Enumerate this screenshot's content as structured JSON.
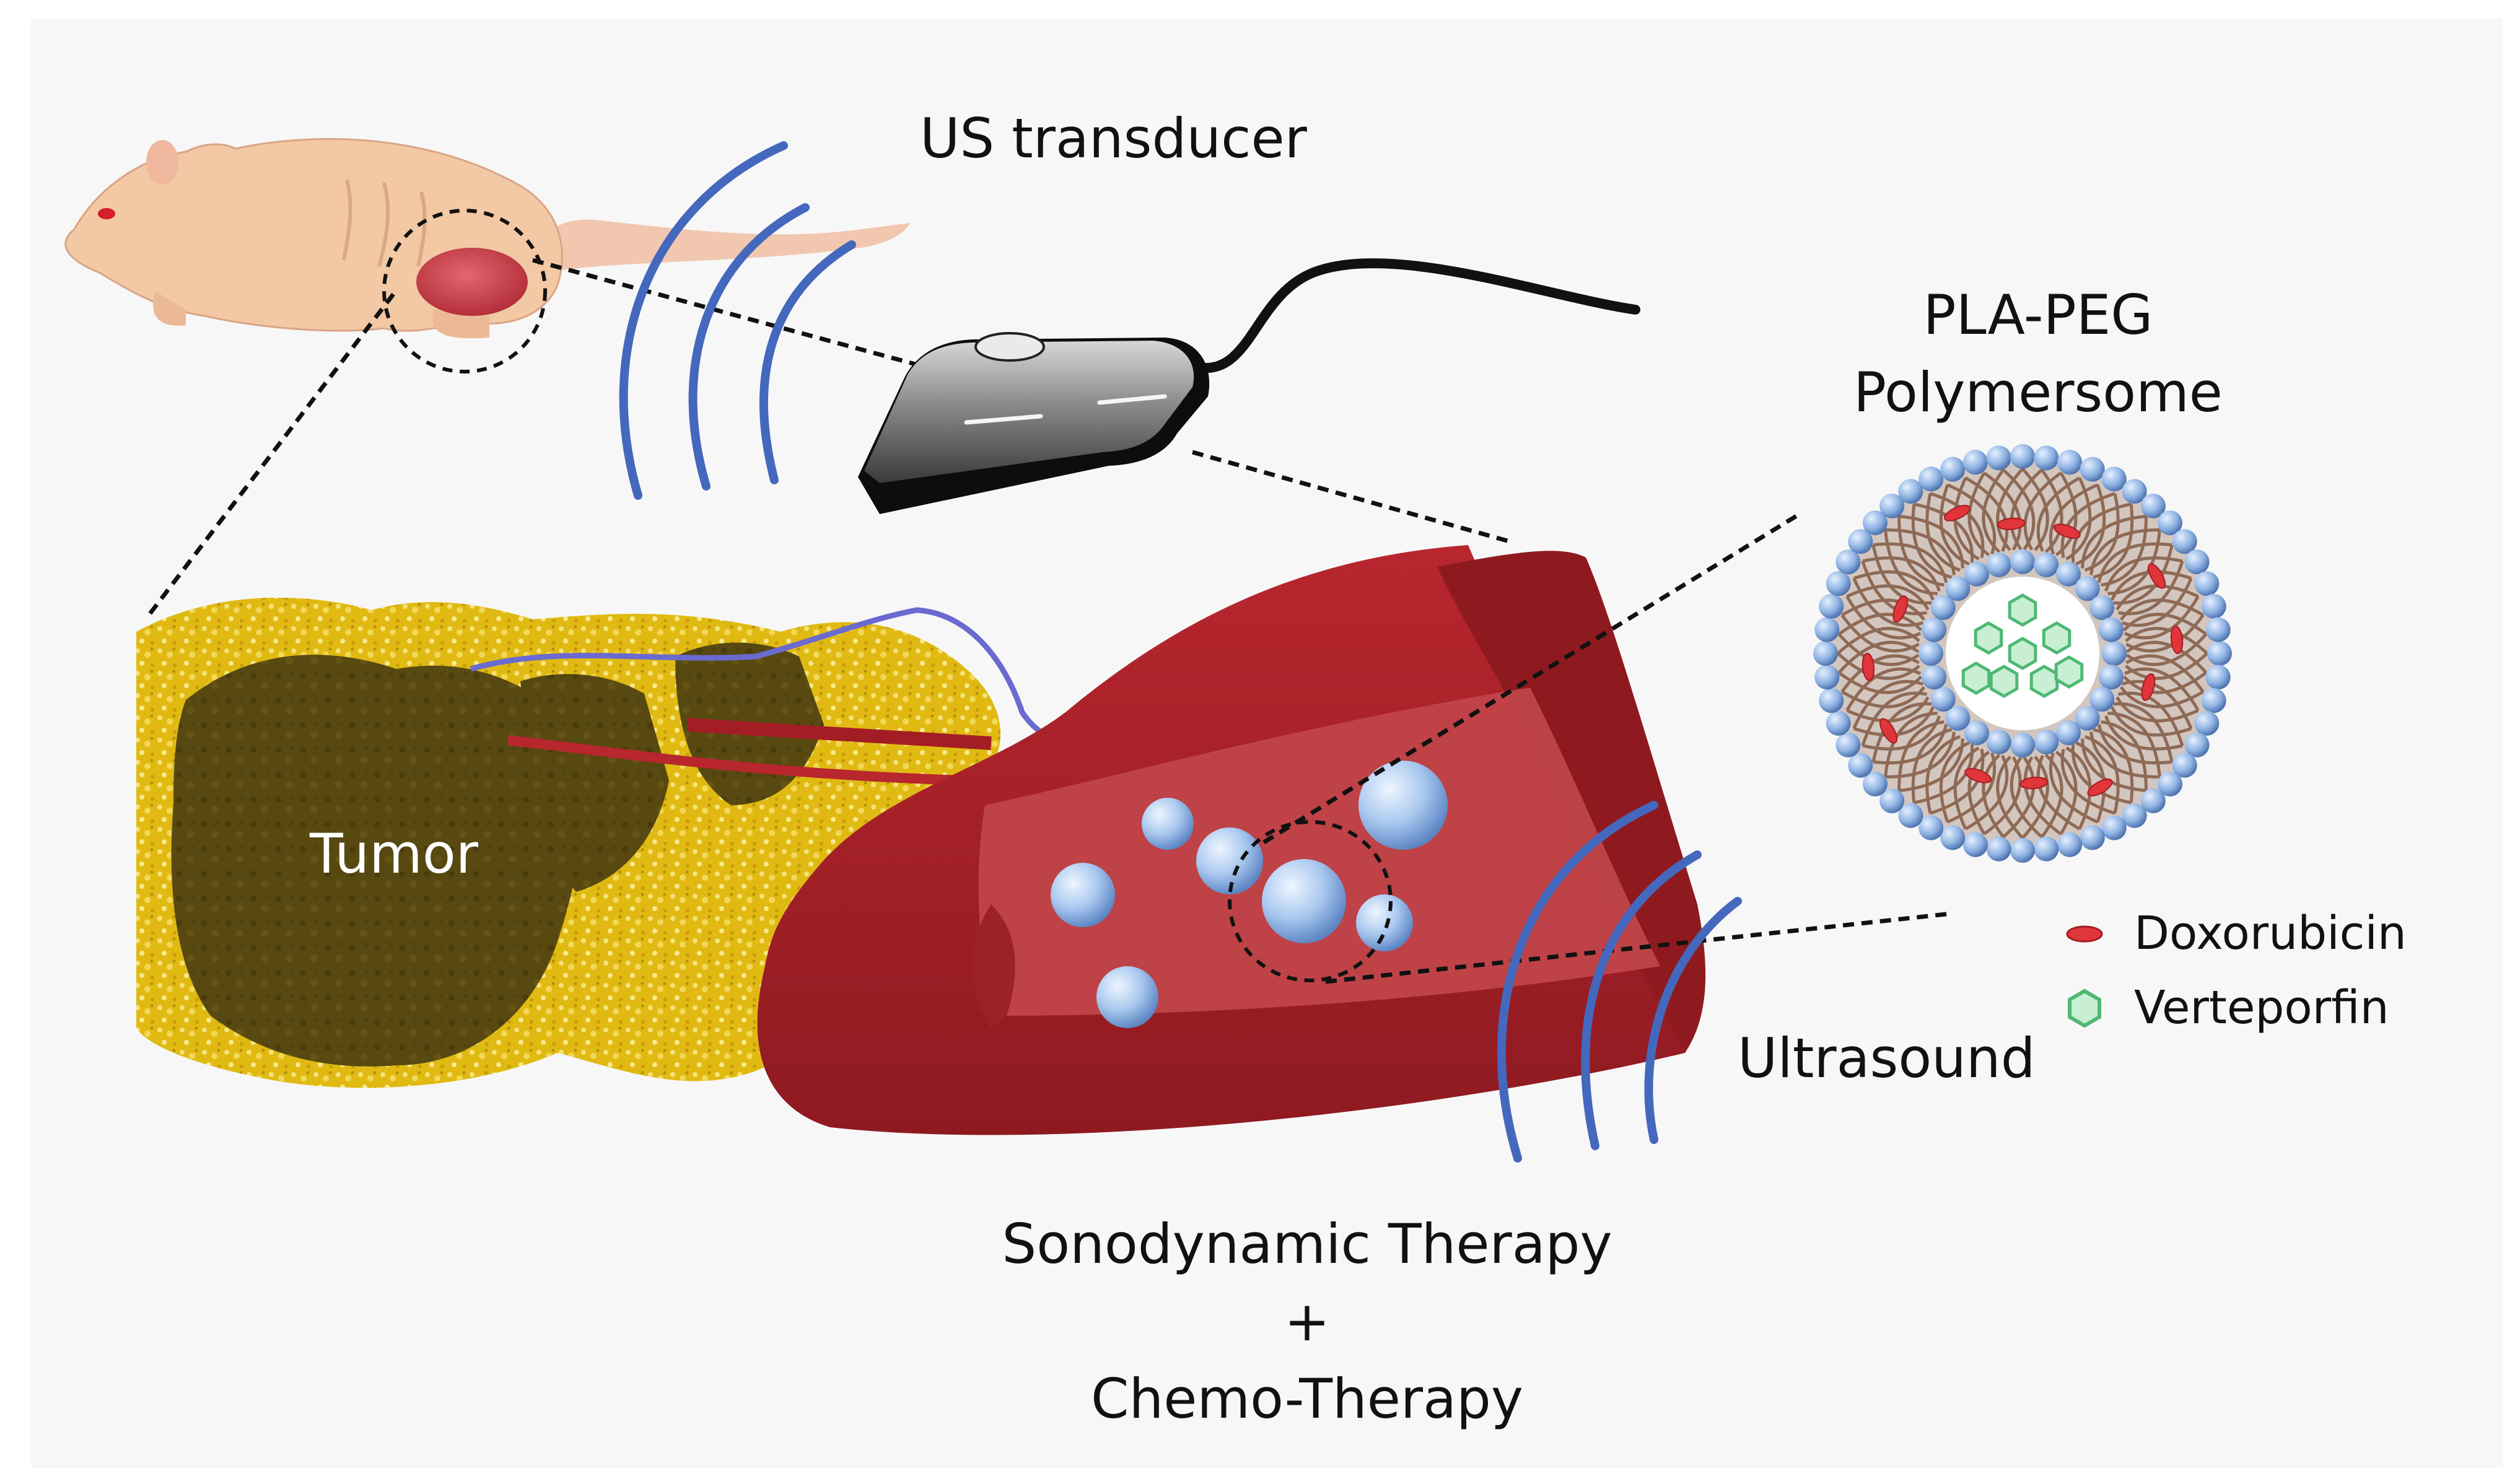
{
  "labels": {
    "us_transducer": "US transducer",
    "polymersome_line1": "PLA-PEG",
    "polymersome_line2": "Polymersome",
    "tumor": "Tumor",
    "ultrasound": "Ultrasound",
    "legend_doxorubicin": "Doxorubicin",
    "legend_verteporfin": "Verteporfin",
    "therapy_line1": "Sonodynamic Therapy",
    "therapy_line2": "+",
    "therapy_line3": "Chemo-Therapy"
  },
  "colors": {
    "background": "#f7f7f7",
    "mouse_skin": "#f3c8a5",
    "tumor_spot": "#c9404a",
    "tumor_yellow": "#e2bd14",
    "tumor_dark": "#5a4a10",
    "vessel_red": "#a31d24",
    "vessel_red_dark": "#7d1318",
    "wave_blue": "#4468bd",
    "sphere_blue": "#a9c8ef",
    "membrane_blue": "#8fb3e3",
    "membrane_brown": "#8e6a55",
    "doxorubicin_red": "#e0353a",
    "verteporfin_green": "#7fd59a",
    "probe_gray": "#6b6b6b"
  },
  "icons": {
    "mouse": "mouse-illustration",
    "transducer": "ultrasound-probe",
    "blood_vessel": "blood-vessel-cutaway",
    "polymersome": "polymersome-cross-section",
    "doxorubicin": "red-ellipse-icon",
    "verteporfin": "green-hexagon-icon"
  }
}
